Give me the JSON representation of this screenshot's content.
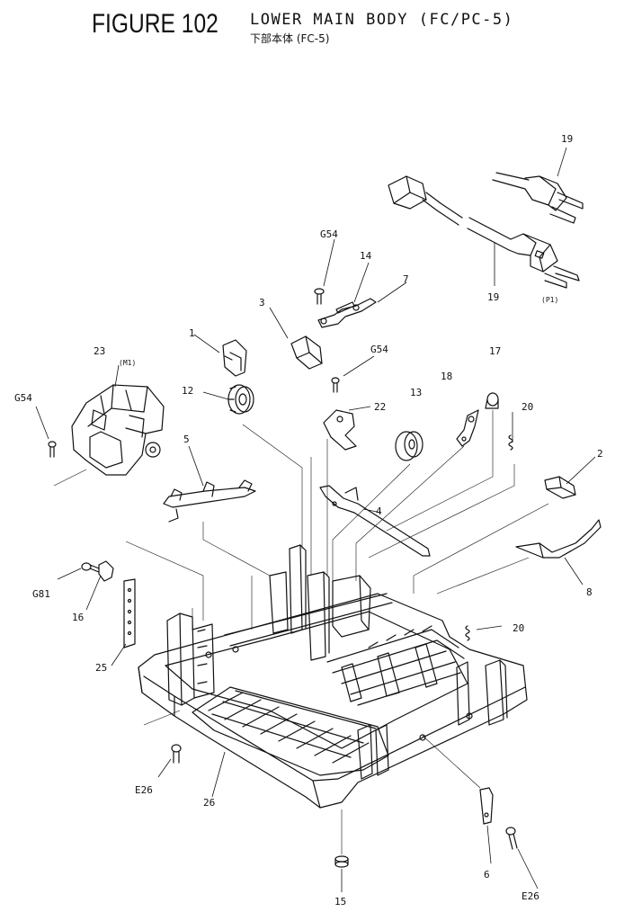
{
  "figure": {
    "number": "FIGURE 102",
    "title": "LOWER MAIN BODY (FC/PC-5)",
    "subtitle_jp": "下部本体 (FC-5)"
  },
  "callouts": {
    "c19a": "19",
    "c19b": "19",
    "p1": "(P1)",
    "g54a": "G54",
    "c14": "14",
    "c7": "7",
    "c3": "3",
    "c1": "1",
    "c23": "23",
    "m1": "(M1)",
    "g54b": "G54",
    "c17": "17",
    "c18": "18",
    "c12": "12",
    "c13": "13",
    "c22": "22",
    "c20a": "20",
    "g54c": "G54",
    "c5": "5",
    "c2": "2",
    "c4": "4",
    "c8": "8",
    "g81": "G81",
    "c16": "16",
    "c20b": "20",
    "c25": "25",
    "e26a": "E26",
    "c26": "26",
    "c6": "6",
    "e26b": "E26",
    "c15": "15"
  }
}
